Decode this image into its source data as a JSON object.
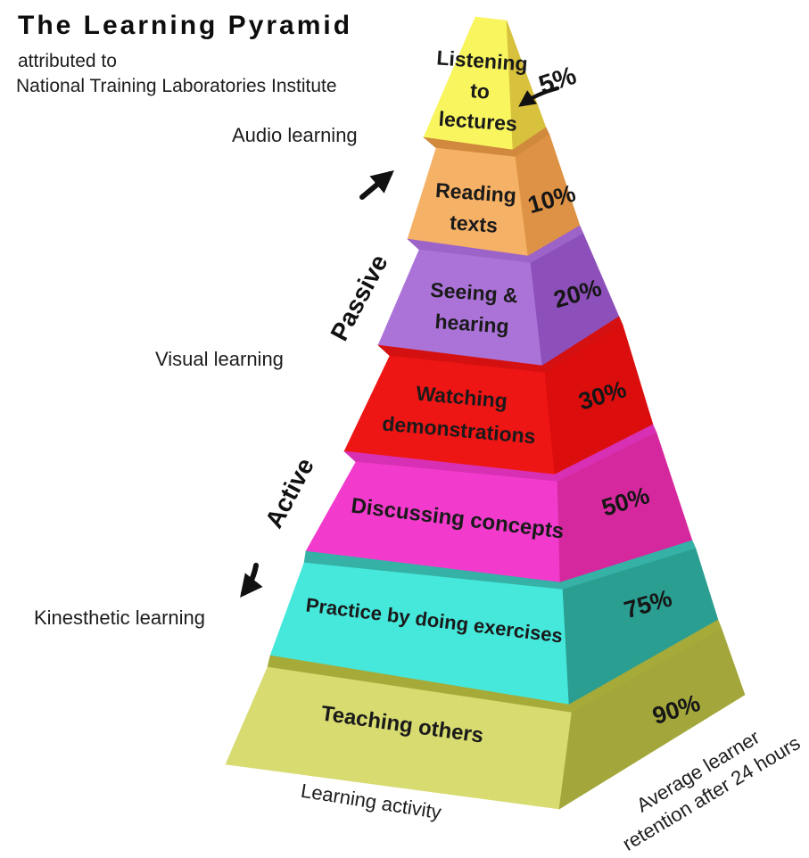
{
  "title": "The Learning Pyramid",
  "attribution": {
    "line1": "attributed to",
    "line2": "National Training Laboratories Institute"
  },
  "side_labels": {
    "audio": "Audio learning",
    "visual": "Visual learning",
    "kinesthetic": "Kinesthetic learning",
    "passive": "Passive",
    "active": "Active"
  },
  "axis_labels": {
    "bottom_left": "Learning activity",
    "bottom_right_line1": "Average learner",
    "bottom_right_line2": "retention after 24 hours"
  },
  "arrows": {
    "audio": "arrow-up-right-icon",
    "five_percent": "arrow-curved-down-left-icon",
    "kinesthetic": "arrow-down-left-icon"
  },
  "tiers": [
    {
      "label": "Listening\nto\nlectures",
      "percent": "5%",
      "colors": {
        "front": "#f8f55f",
        "side": "#d8c13c",
        "lip": null
      }
    },
    {
      "label": "Reading\ntexts",
      "percent": "10%",
      "colors": {
        "front": "#f5b165",
        "side": "#de9245",
        "lip": "#d0893d"
      }
    },
    {
      "label": "Seeing &\nhearing",
      "percent": "20%",
      "colors": {
        "front": "#ab73d8",
        "side": "#8d50ba",
        "lip": "#9c63c8"
      }
    },
    {
      "label": "Watching\ndemonstrations",
      "percent": "30%",
      "colors": {
        "front": "#ee1515",
        "side": "#dc0d0d",
        "lip": "#d41010"
      }
    },
    {
      "label": "Discussing concepts",
      "percent": "50%",
      "colors": {
        "front": "#f23bcd",
        "side": "#d6289e",
        "lip": "#d830b4"
      }
    },
    {
      "label": "Practice by doing exercises",
      "percent": "75%",
      "colors": {
        "front": "#45e8db",
        "side": "#2b9e92",
        "lip": "#35b1a5"
      }
    },
    {
      "label": "Teaching others",
      "percent": "90%",
      "colors": {
        "front": "#d7db70",
        "side": "#a3a73b",
        "lip": "#a6aa39"
      }
    }
  ]
}
